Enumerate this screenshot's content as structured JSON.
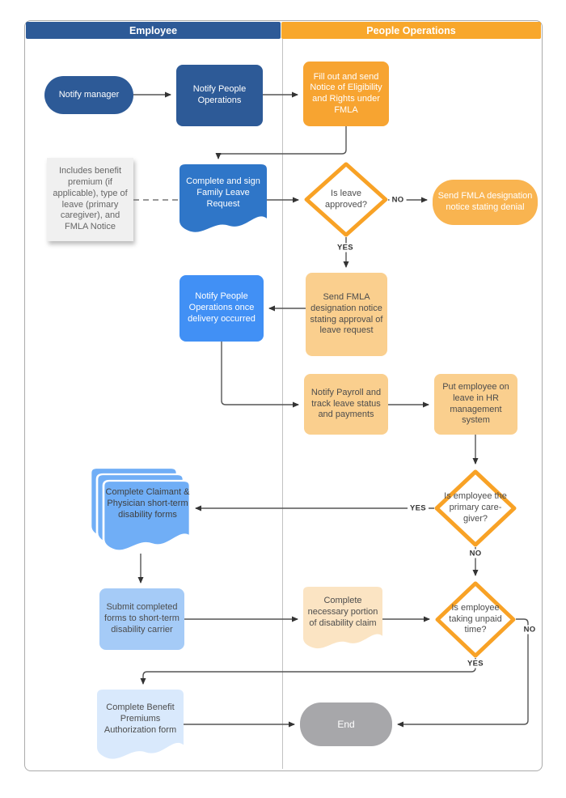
{
  "lanes": {
    "employee": "Employee",
    "people_operations": "People Operations"
  },
  "nodes": {
    "notify_manager": {
      "label": "Notify manager"
    },
    "notify_people_ops": {
      "label": "Notify People Operations"
    },
    "fill_out_notice": {
      "label": "Fill out and send Notice of Eligibility and Rights under FMLA"
    },
    "note": {
      "label": "Includes benefit premium (if applicable), type of leave (primary caregiver), and FMLA Notice"
    },
    "complete_sign_request": {
      "label": "Complete and sign Family Leave Request"
    },
    "leave_approved": {
      "label": "Is leave approved?"
    },
    "send_denial": {
      "label": "Send FMLA designation notice stating denial"
    },
    "send_approval": {
      "label": "Send FMLA designation notice stating approval of leave request"
    },
    "notify_delivery": {
      "label": "Notify People Operations once delivery occurred"
    },
    "notify_payroll": {
      "label": "Notify Payroll and track leave status and payments"
    },
    "put_employee": {
      "label": "Put employee on leave in HR management system"
    },
    "caregiver": {
      "label": "Is employee the primary care-giver?"
    },
    "claimant_forms": {
      "label": "Complete Claimant & Physician short-term disability forms"
    },
    "submit_forms": {
      "label": "Submit completed forms to short-term disability carrier"
    },
    "claim_portion": {
      "label": "Complete necessary portion of disability claim"
    },
    "unpaid_time": {
      "label": "Is employee taking unpaid time?"
    },
    "complete_benefit": {
      "label": "Complete Benefit Premiums Authorization form"
    },
    "end": {
      "label": "End"
    }
  },
  "edges": {
    "leave_approved_no": "NO",
    "leave_approved_yes": "YES",
    "caregiver_yes": "YES",
    "caregiver_no": "NO",
    "unpaid_no": "NO",
    "unpaid_yes": "YES"
  },
  "colors": {
    "employee_lane": "#2D5A97",
    "people_ops_lane": "#F8A72B",
    "dark_blue_node": "#2D5A97",
    "blue_document": "#2F76C8",
    "bright_blue_node": "#4190F5",
    "stacked_forms_blue": "#70AEF6",
    "light_blue_node": "#A5CBF7",
    "pale_blue_document": "#D9E9FC",
    "orange_node": "#F7A431",
    "orange_pill": "#F9B450",
    "light_orange_node": "#FACF8E",
    "peach_document": "#FBE4C3",
    "note_gray": "#F0F0F0",
    "end_gray": "#A7A7AA",
    "diamond_border": "#F8A226",
    "connector": "#555555"
  }
}
